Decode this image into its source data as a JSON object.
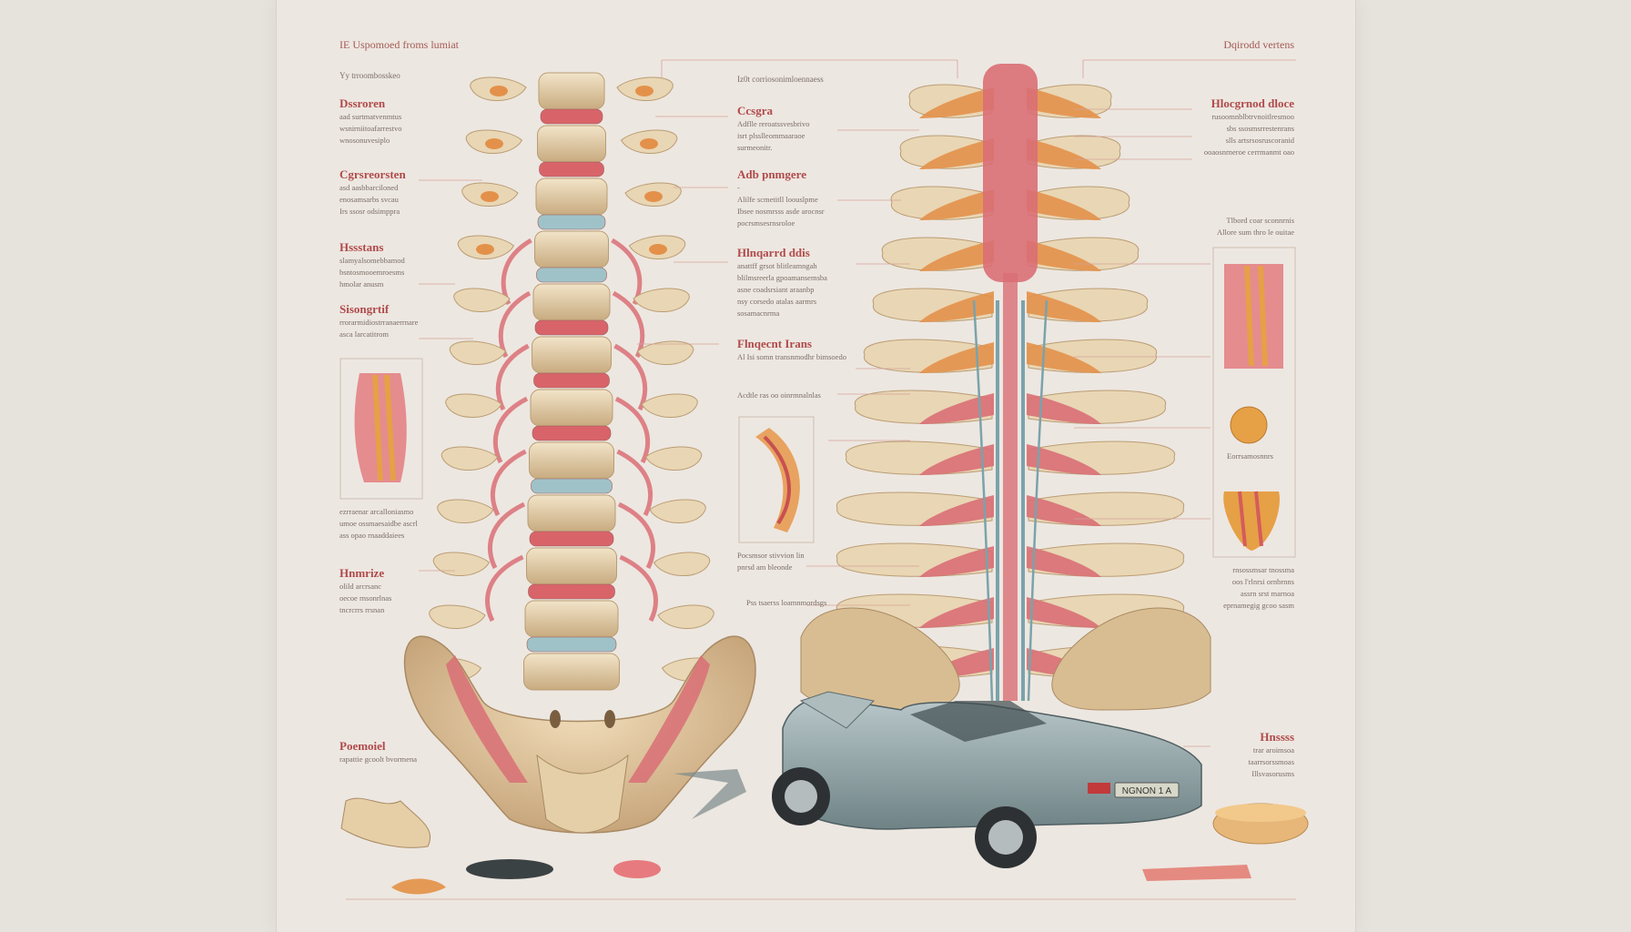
{
  "header": {
    "left_title": "IE Uspomoed froms lumiat",
    "left_subtitle": "Yy trroombosskeo",
    "right_title": "Dqirodd vertens",
    "center_subtitle": "Iz0t corriosonimloennaess"
  },
  "left_labels": [
    {
      "title": "Dssroren",
      "lines": [
        "aad surtmatvenmtus",
        "wsnirniitoafarrestvo",
        "wnosonuvesiplo"
      ]
    },
    {
      "title": "Cgrsreorsten",
      "lines": [
        "asd aasbbarciloned",
        "enosamsarbs svcau",
        "Irs ssosr odsimppra"
      ]
    },
    {
      "title": "Hssstans",
      "lines": [
        "slamyalsomebbamod",
        "bsntosmooemroesms",
        "hmolar anusm"
      ]
    },
    {
      "title": "Sisongrtif",
      "lines": [
        "rrorarmidiostrranaerrnare",
        "asca larcatitrom"
      ]
    },
    {
      "title": "",
      "lines": [
        "ezrraenar arcalloniasmo",
        "umoe ossmaesaidbe ascrl",
        "ass opao rnaaddaiees"
      ]
    },
    {
      "title": "Hnmrize",
      "lines": [
        "olild arcrsanc",
        "oecoe rnsonrlnas",
        "tncrcrrs rrsnan"
      ]
    },
    {
      "title": "Poemoiel",
      "lines": [
        "rapattie gcoolt bvormena"
      ]
    }
  ],
  "center_labels": [
    {
      "title": "Ccsgra",
      "lines": [
        "Adflle reroatssvesbrivo",
        "isrt plsslleommaaraoe",
        "surmeonitr."
      ]
    },
    {
      "title": "Adb pnmgere",
      "lines": [
        "-",
        "Alilfe scmetitll loouslpme",
        "Ibsee nosmrsss asde arocnsr",
        "pocrsmsesrnsroloe"
      ]
    },
    {
      "title": "Hlnqarrd ddis",
      "lines": [
        "anattff grsot blitleamngah",
        "blilmsreerla gpoamansemsba",
        "asne coadsrsiant araanbp",
        "nsy corsedo atalas aarmrs",
        "sosamacnrma"
      ]
    },
    {
      "title": "Flnqecnt Irans",
      "lines": [
        "Al Isi somn transnmodhr bimsoedo"
      ]
    },
    {
      "title": "",
      "lines": [
        "Acdtle ras oo oinrmnalnlas"
      ]
    },
    {
      "title": "",
      "lines": [
        "Pocsmsor stivvion lin",
        "pnrsd am bleonde"
      ]
    },
    {
      "title": "",
      "lines": [
        "Pss tsaerss loamnmordsgs"
      ]
    }
  ],
  "right_labels": [
    {
      "title": "Hlocgrnod dloce",
      "lines": [
        "rusoomnblbtrvnoitlresmoo",
        "sbs ssosmsrrestenrans",
        "slls artsrsosruscoranid",
        "ooaosnrneroe cerrmanmt oao"
      ]
    },
    {
      "title": "",
      "lines": [
        "Tlbord coar sconnrnis",
        "Allore sum thro le ouitae"
      ]
    },
    {
      "title": "",
      "lines": [
        "Eorrsamosnnrs"
      ]
    },
    {
      "title": "",
      "lines": [
        "rnsossmsar tnossma",
        "oos l'rlnrsi ornbrnns",
        "assrn srst marnoa",
        "eprnamegig gcoo sasm"
      ]
    },
    {
      "title": "Hnssss",
      "lines": [
        "trar aroimsoa",
        "taarrsorssmoas",
        "Illsvasorusms"
      ]
    }
  ],
  "car": {
    "plate": "NGNON 1 A"
  },
  "colors": {
    "bone": "#e9d6b4",
    "bone_shadow": "#b99d74",
    "disc_red": "#d8646a",
    "disc_blue": "#9fc2c8",
    "muscle": "#d96f75",
    "muscle_orange": "#e3914a",
    "car": "#8fa3a6",
    "label_red": "#b04a4a"
  }
}
